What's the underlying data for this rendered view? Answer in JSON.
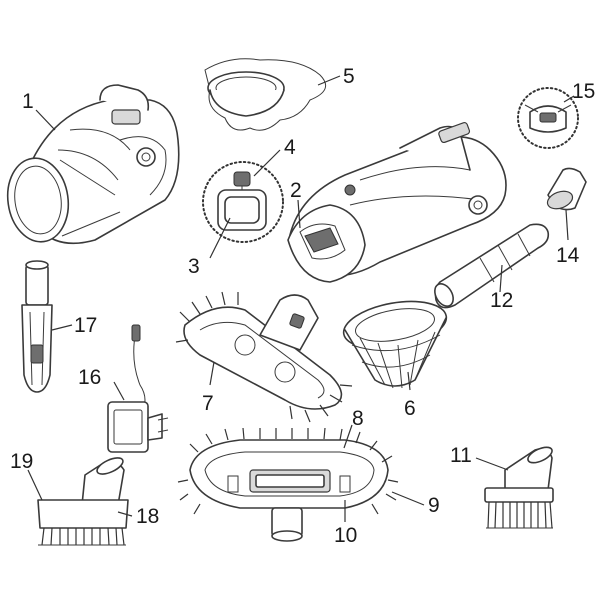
{
  "callouts": {
    "n1": "1",
    "n2": "2",
    "n3": "3",
    "n4": "4",
    "n5": "5",
    "n6": "6",
    "n7": "7",
    "n8": "8",
    "n9": "9",
    "n10": "10",
    "n11": "11",
    "n12": "12",
    "n14": "14",
    "n15": "15",
    "n16": "16",
    "n17": "17",
    "n18": "18",
    "n19": "19"
  },
  "colors": {
    "line": "#3a3a3a",
    "shade": "#d9d9d9",
    "background": "#ffffff"
  }
}
